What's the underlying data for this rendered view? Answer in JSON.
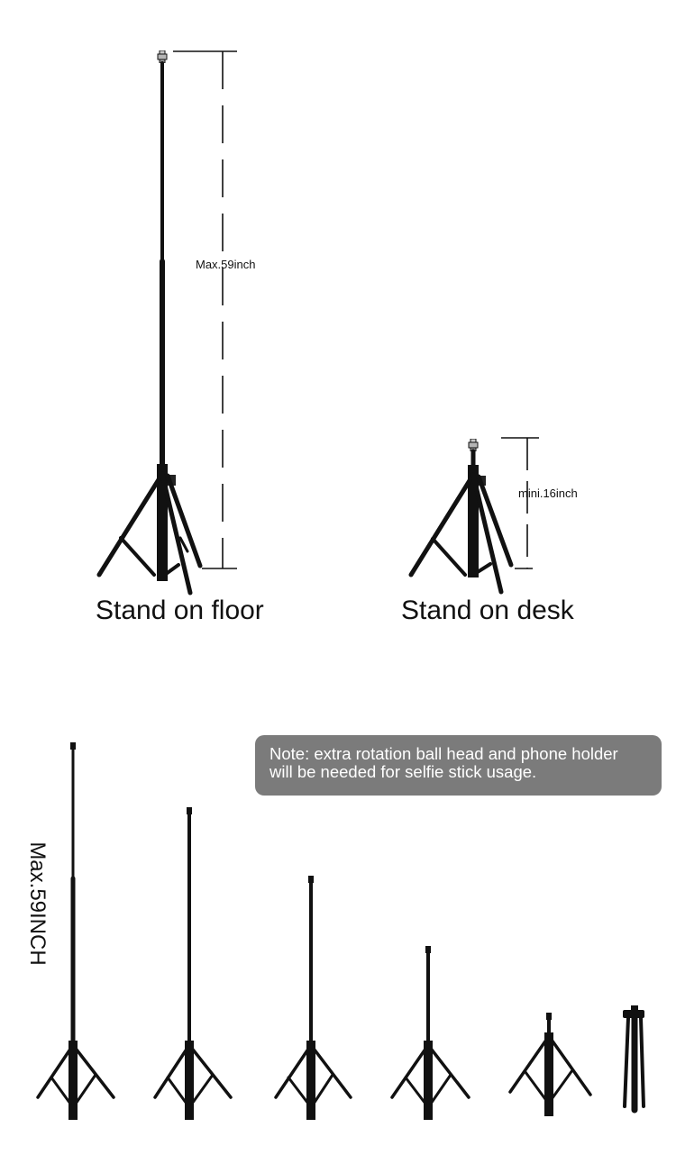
{
  "top": {
    "floor_height_label": "Max.59inch",
    "desk_height_label": "mini.16inch",
    "floor_caption": "Stand on floor",
    "desk_caption": "Stand on desk"
  },
  "bottom": {
    "note_line1": "Note: extra rotation ball head and phone holder",
    "note_line2": "will be needed for selfie stick usage.",
    "max_height_label": "Max.59INCH"
  },
  "colors": {
    "stand": "#111111",
    "note_background": "#7b7b7b",
    "note_text": "#ffffff"
  },
  "icons": [
    "tripod-stand-icon",
    "ball-head-mount-icon",
    "dimension-line-icon"
  ]
}
